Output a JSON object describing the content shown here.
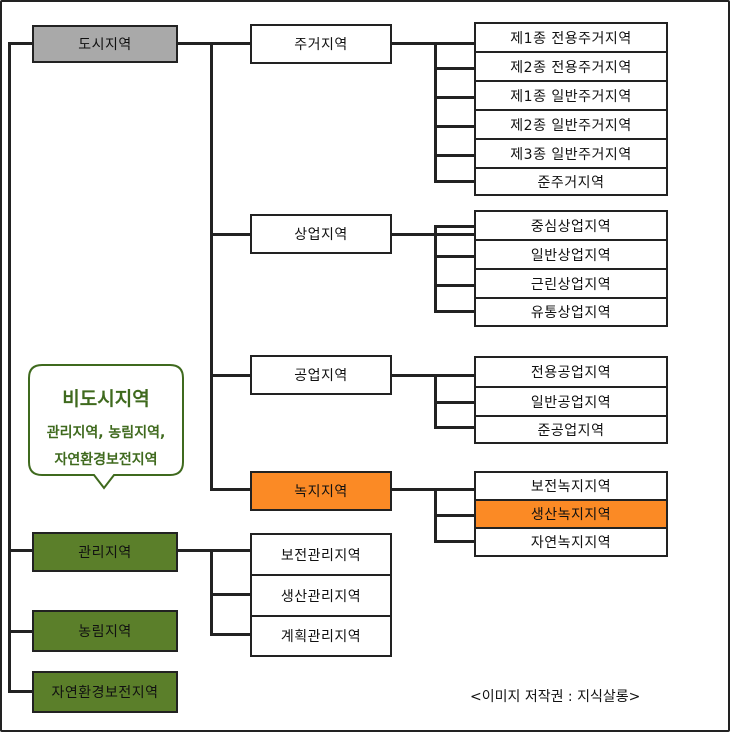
{
  "urban": {
    "root_label": "도시지역",
    "zones": [
      {
        "label": "주거지역",
        "subs": [
          "제1종 전용주거지역",
          "제2종 전용주거지역",
          "제1종 일반주거지역",
          "제2종 일반주거지역",
          "제3종 일반주거지역",
          "준주거지역"
        ]
      },
      {
        "label": "상업지역",
        "subs": [
          "중심상업지역",
          "일반상업지역",
          "근린상업지역",
          "유통상업지역"
        ]
      },
      {
        "label": "공업지역",
        "subs": [
          "전용공업지역",
          "일반공업지역",
          "준공업지역"
        ]
      },
      {
        "label": "녹지지역",
        "subs": [
          "보전녹지지역",
          "생산녹지지역",
          "자연녹지지역"
        ]
      }
    ]
  },
  "non_urban": {
    "bubble_title": "비도시지역",
    "bubble_line1": "관리지역, 농림지역,",
    "bubble_line2": "자연환경보전지역",
    "management_label": "관리지역",
    "management_subs": [
      "보전관리지역",
      "생산관리지역",
      "계획관리지역"
    ],
    "agriculture_label": "농림지역",
    "conservation_label": "자연환경보전지역"
  },
  "credit": "<이미지 저작권 : 지식살롱>",
  "colors": {
    "urban_root": "#a9a9a9",
    "highlight": "#fb8a25",
    "non_urban": "#5b7f2a",
    "bubble_text": "#3f6a1e",
    "line": "#222222"
  }
}
